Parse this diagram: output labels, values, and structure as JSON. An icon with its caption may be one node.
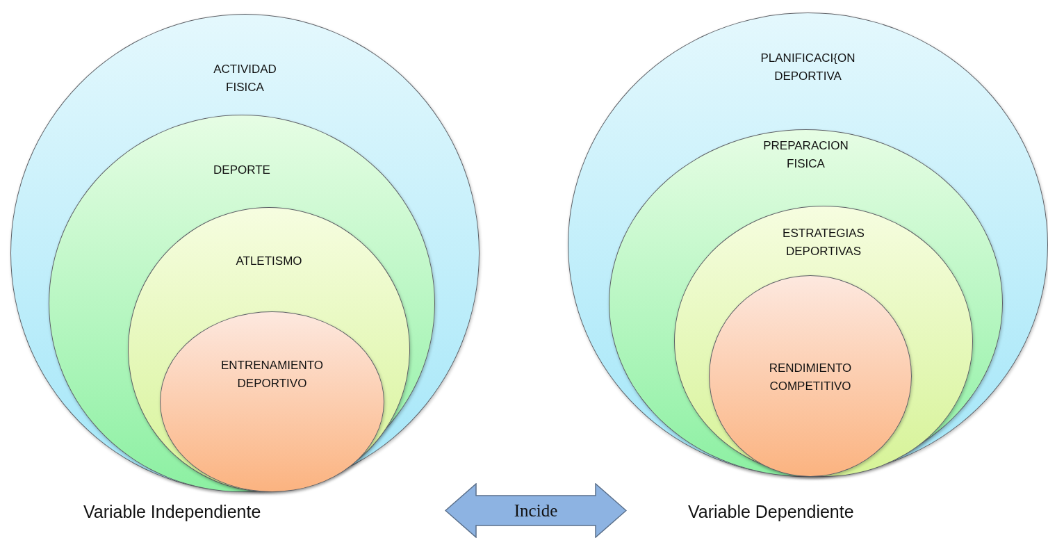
{
  "diagram": {
    "nodes": [
      {
        "text": [
          "ACTIVIDAD FISICA"
        ],
        "beside": [
          "Variable Independiente"
        ]
      },
      {
        "text": [
          "DEPORTE"
        ],
        "in": 0
      },
      {
        "text": [
          "ATLETISMO"
        ],
        "in": 1
      },
      {
        "text": [
          "ENTRENAMIENTO DEPORTIVO"
        ],
        "in": 2
      },
      {
        "text": [
          "PLANIFICACI{ON DEPORTIVA"
        ],
        "beside": [
          "Variable Dependiente"
        ]
      },
      {
        "text": [
          "PREPARACION FISICA"
        ],
        "in": 4
      },
      {
        "text": [
          "ESTRATEGIAS DEPORTIVAS"
        ],
        "in": 5
      },
      {
        "text": [
          "RENDIMIENTO COMPETITIVO"
        ],
        "in": 6
      },
      {
        "text": [
          "Incide"
        ]
      }
    ]
  }
}
